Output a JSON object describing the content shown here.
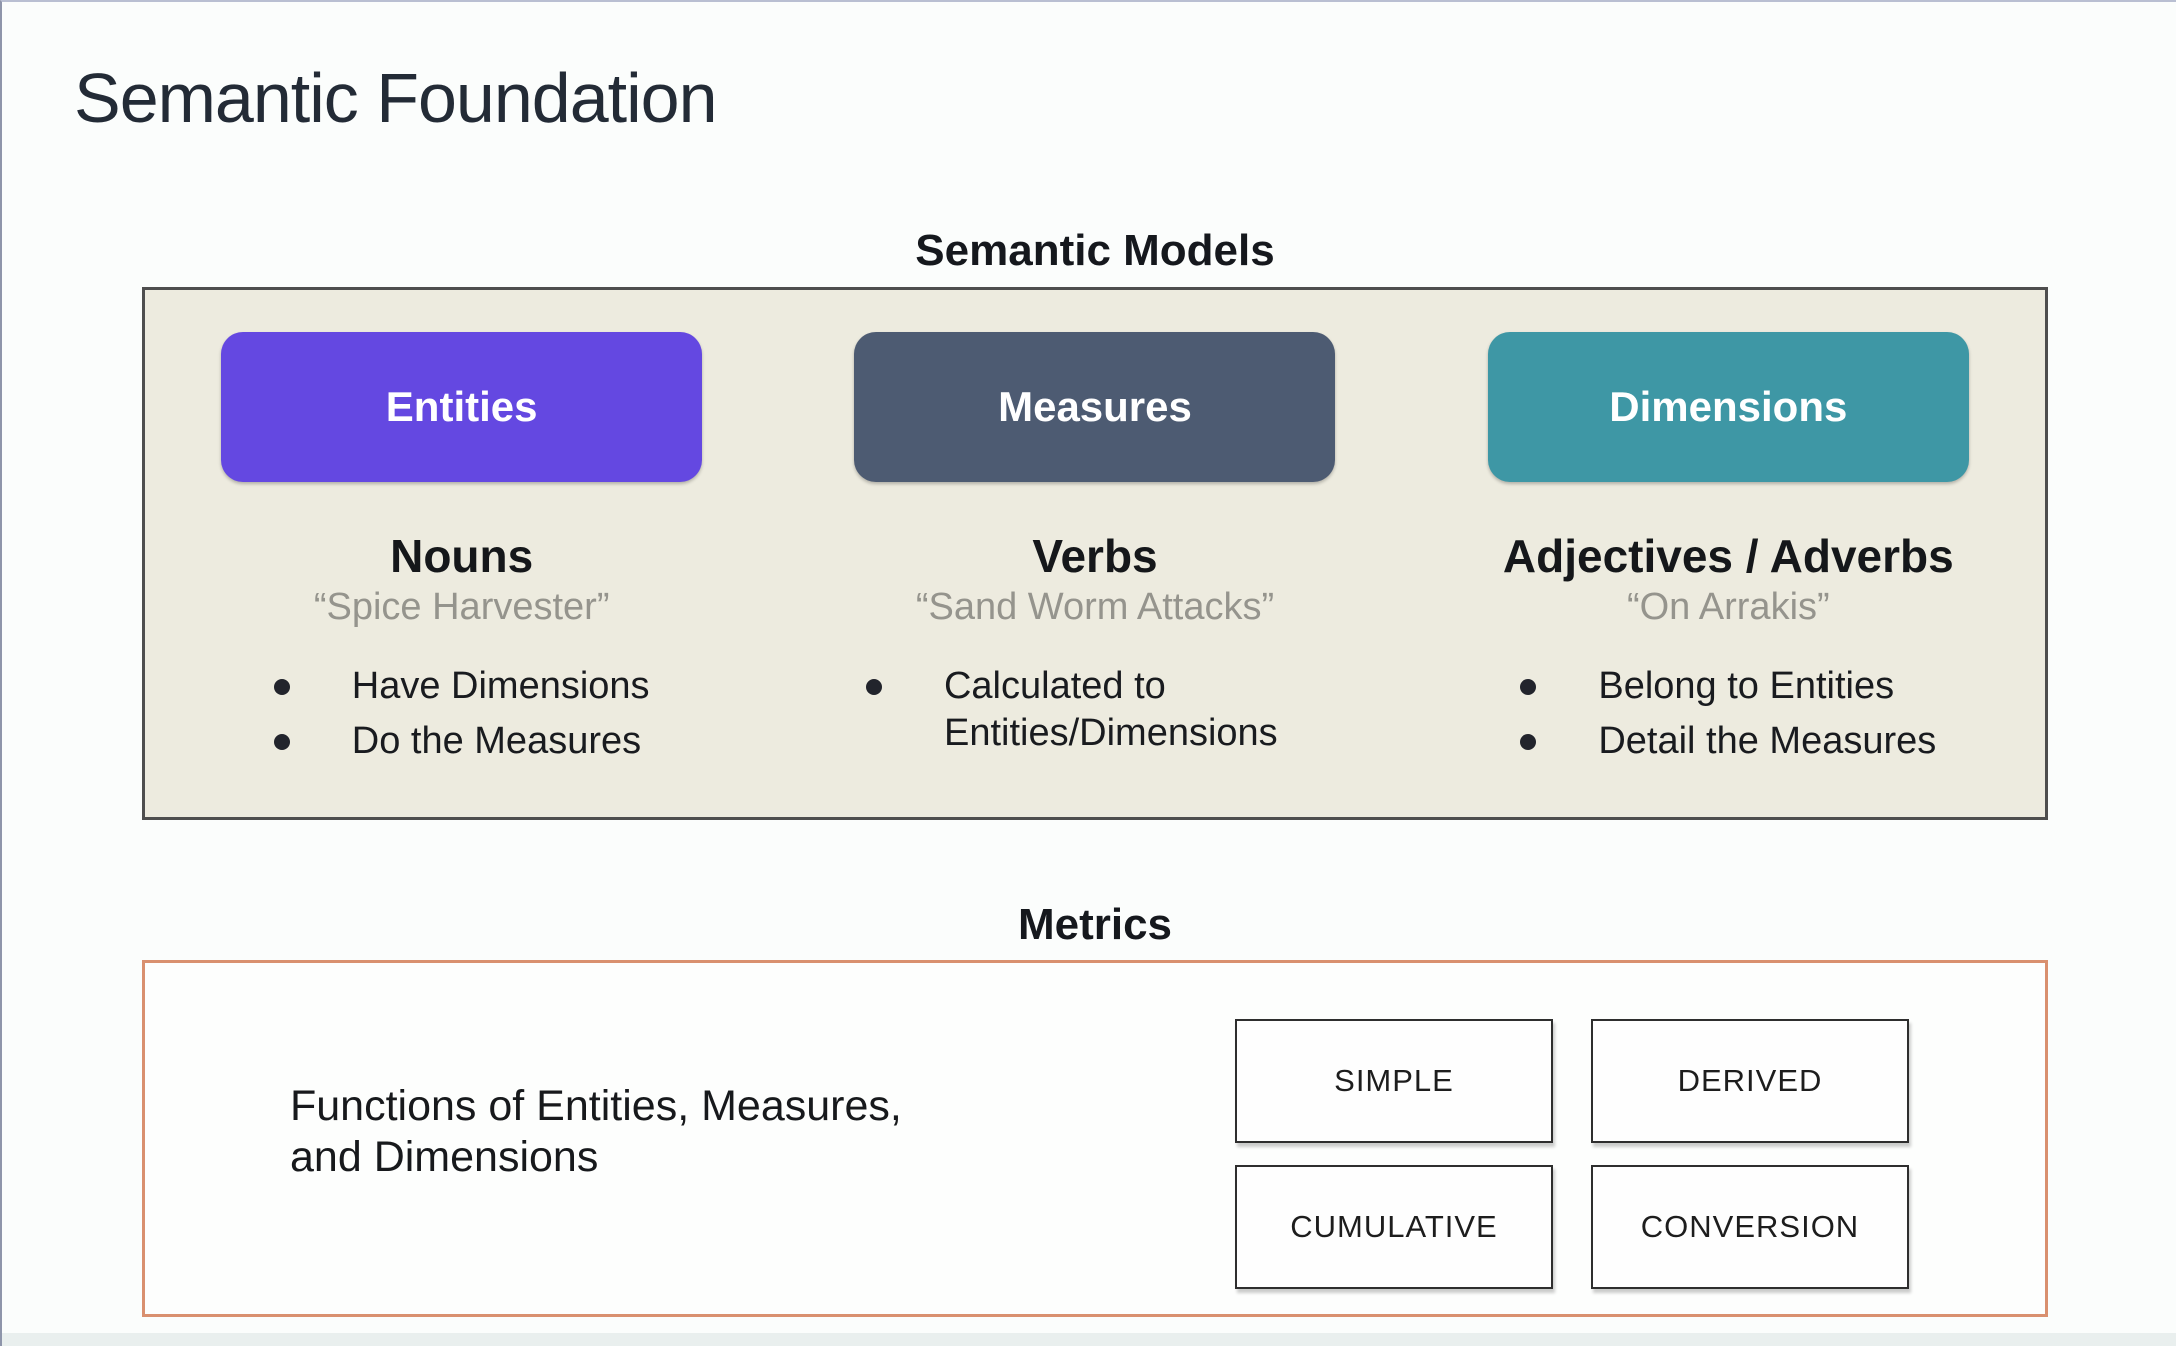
{
  "page": {
    "title": "Semantic Foundation"
  },
  "colors": {
    "accent_entities": "#6448e1",
    "accent_measures": "#4d5b72",
    "accent_dimensions": "#3e97a5",
    "models_box_background": "#edebdf",
    "models_box_border": "#4e4e4e",
    "metrics_box_border": "#d9906f"
  },
  "models": {
    "heading": "Semantic Models",
    "columns": [
      {
        "pill_label": "Entities",
        "pill_color": "#6448e1",
        "role": "Nouns",
        "example": "“Spice Harvester”",
        "bullets": [
          "Have Dimensions",
          "Do the Measures"
        ]
      },
      {
        "pill_label": "Measures",
        "pill_color": "#4d5b72",
        "role": "Verbs",
        "example": "“Sand Worm Attacks”",
        "bullets": [
          "Calculated to Entities/Dimensions"
        ]
      },
      {
        "pill_label": "Dimensions",
        "pill_color": "#3e97a5",
        "role": "Adjectives / Adverbs",
        "example": "“On Arrakis”",
        "bullets": [
          "Belong to Entities",
          "Detail the Measures"
        ]
      }
    ]
  },
  "metrics": {
    "heading": "Metrics",
    "description": "Functions of Entities, Measures, and Dimensions",
    "types": [
      "SIMPLE",
      "DERIVED",
      "CUMULATIVE",
      "CONVERSION"
    ]
  }
}
